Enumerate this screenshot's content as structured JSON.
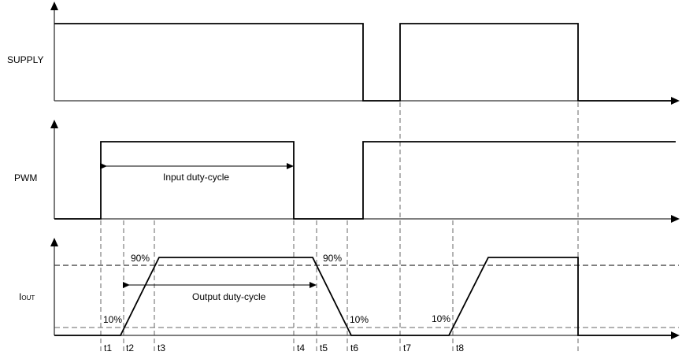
{
  "signals": {
    "supply": {
      "label": "SUPPLY"
    },
    "pwm": {
      "label": "PWM"
    },
    "iout": {
      "label_main": "I",
      "label_sub": "OUT"
    }
  },
  "annotations": {
    "input_duty": "Input duty-cycle",
    "output_duty": "Output duty-cycle",
    "pct90_a": "90%",
    "pct90_b": "90%",
    "pct10_a": "10%",
    "pct10_b": "10%",
    "pct10_c": "10%"
  },
  "time_markers": [
    "t1",
    "t2",
    "t3",
    "t4",
    "t5",
    "t6",
    "t7",
    "t8"
  ],
  "colors": {
    "trace": "#000000",
    "axis": "#333333",
    "dashed": "#666666"
  }
}
